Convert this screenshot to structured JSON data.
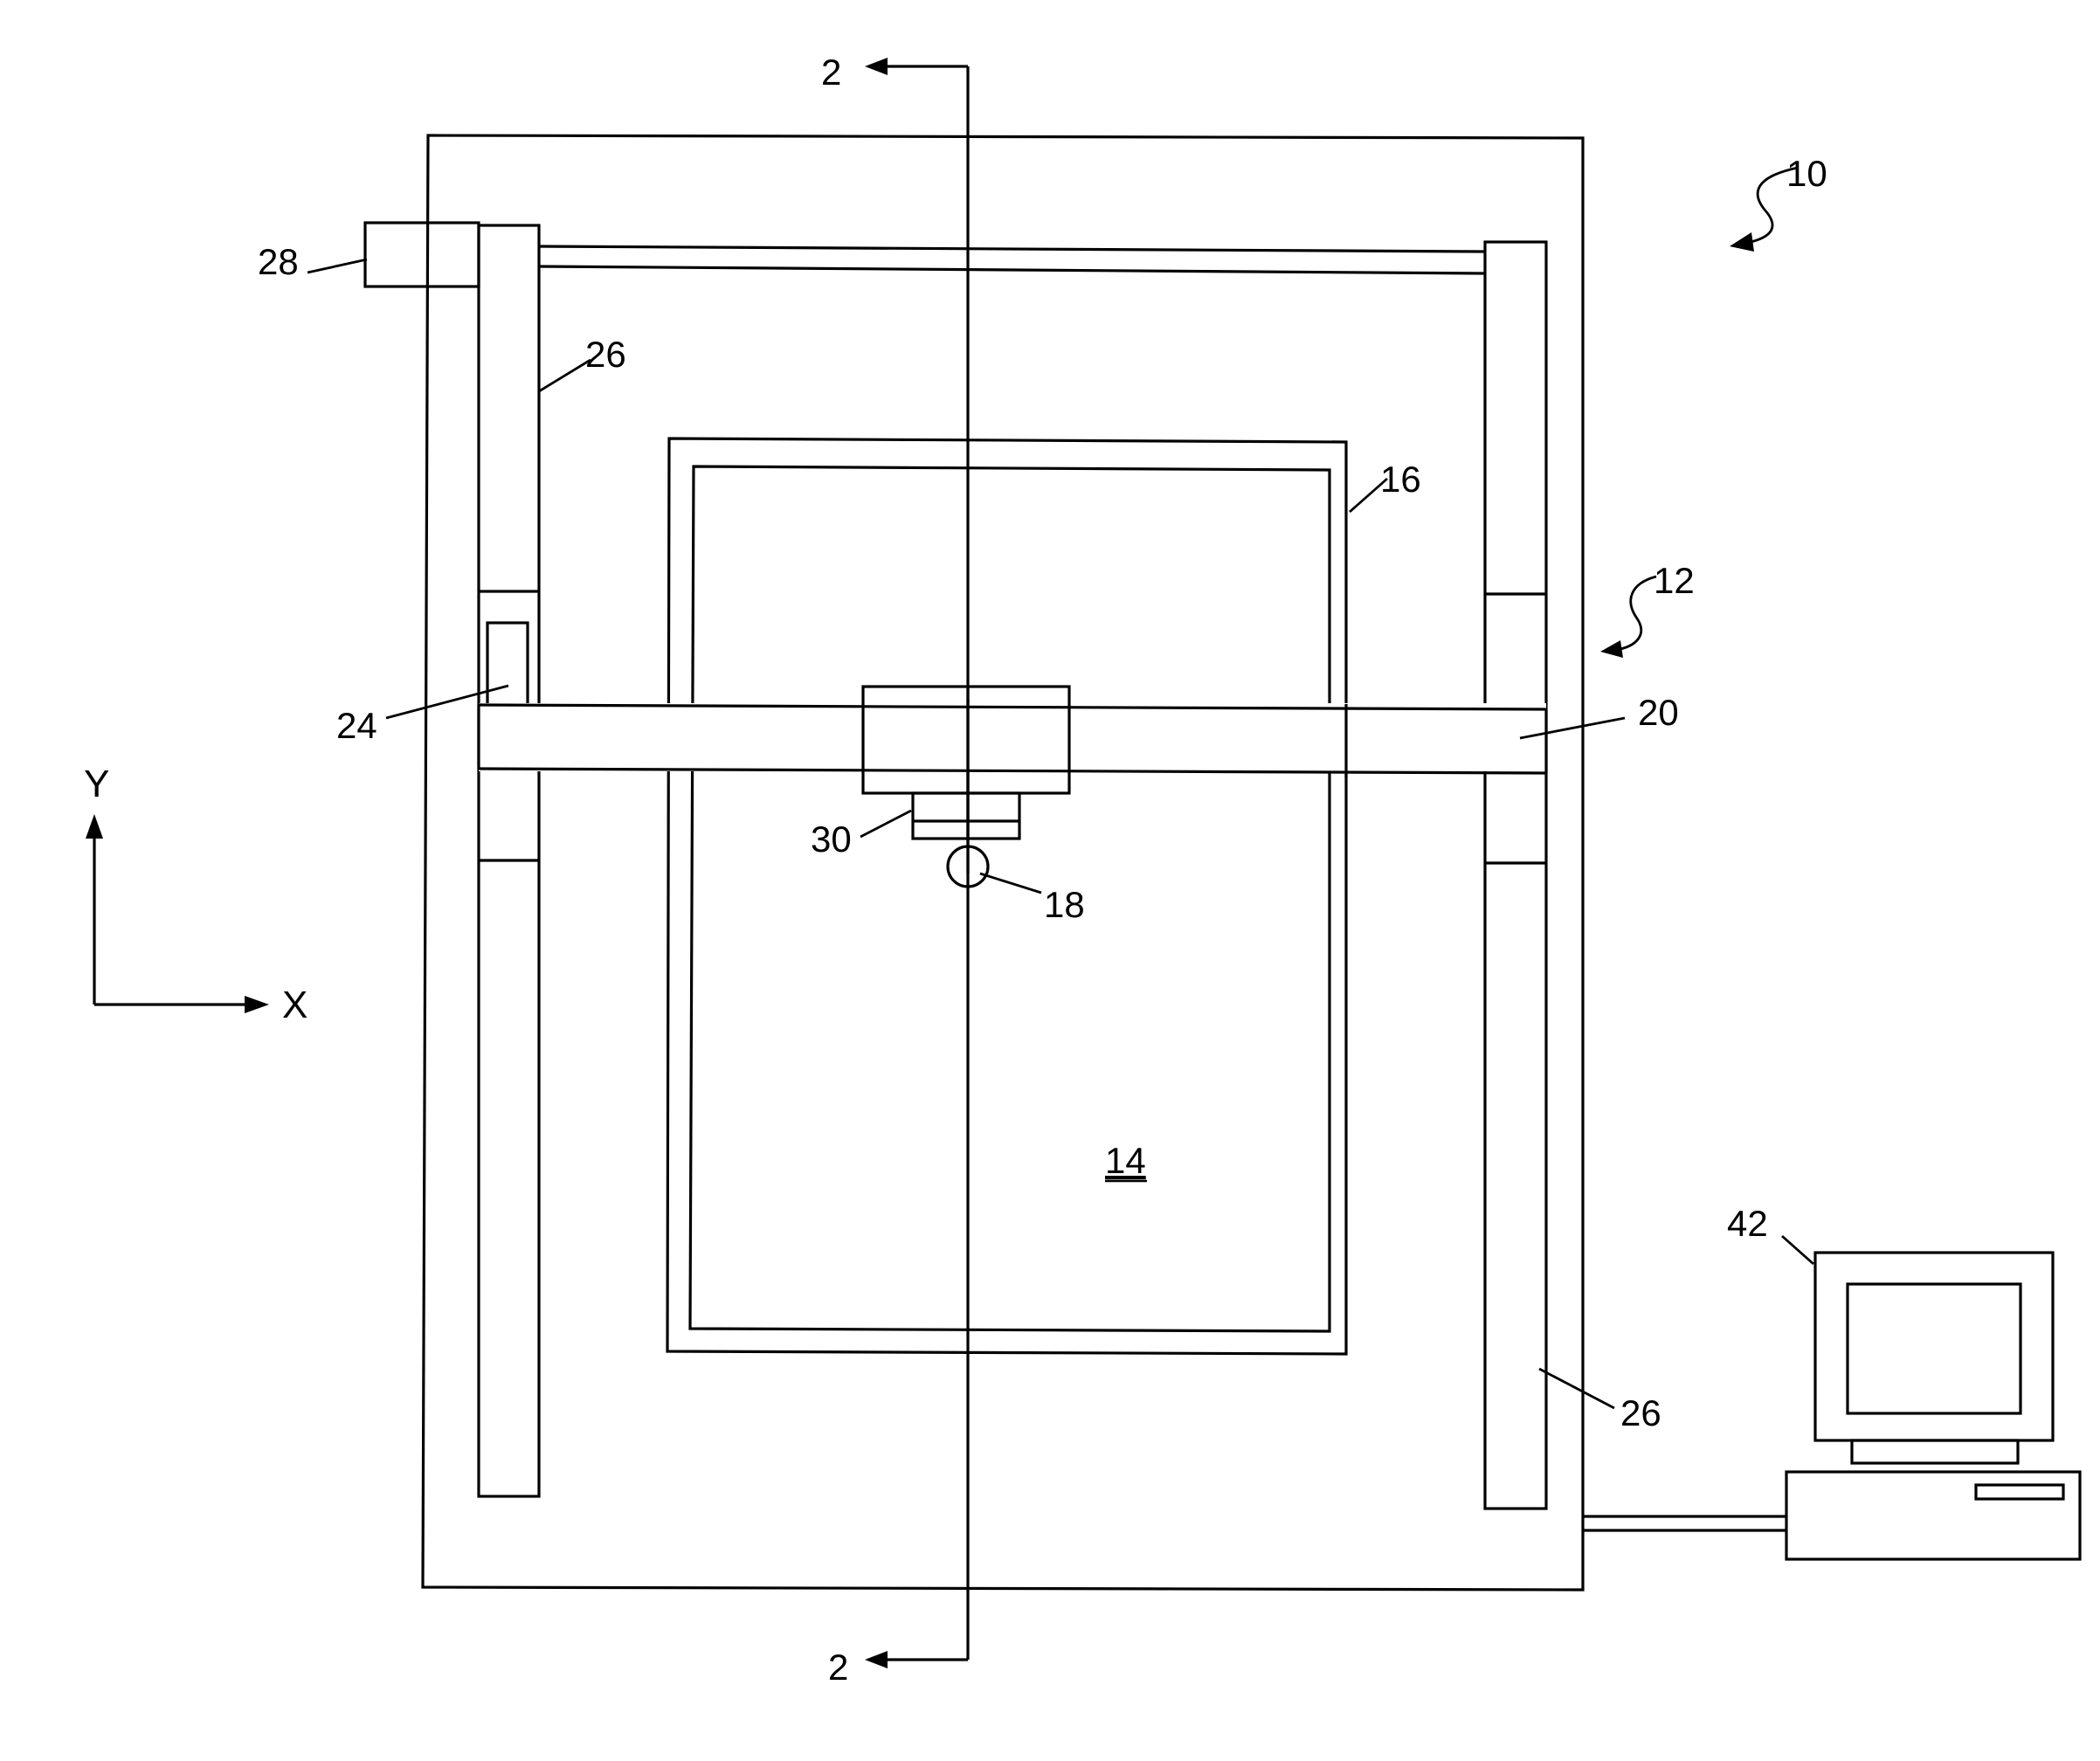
{
  "labels": {
    "section_top": "2",
    "section_bottom": "2",
    "ref_10": "10",
    "ref_12": "12",
    "ref_14": "14",
    "ref_16": "16",
    "ref_18": "18",
    "ref_20": "20",
    "ref_24": "24",
    "ref_26_upper": "26",
    "ref_26_lower": "26",
    "ref_28": "28",
    "ref_30": "30",
    "ref_42": "42",
    "axis_x": "X",
    "axis_y": "Y"
  }
}
